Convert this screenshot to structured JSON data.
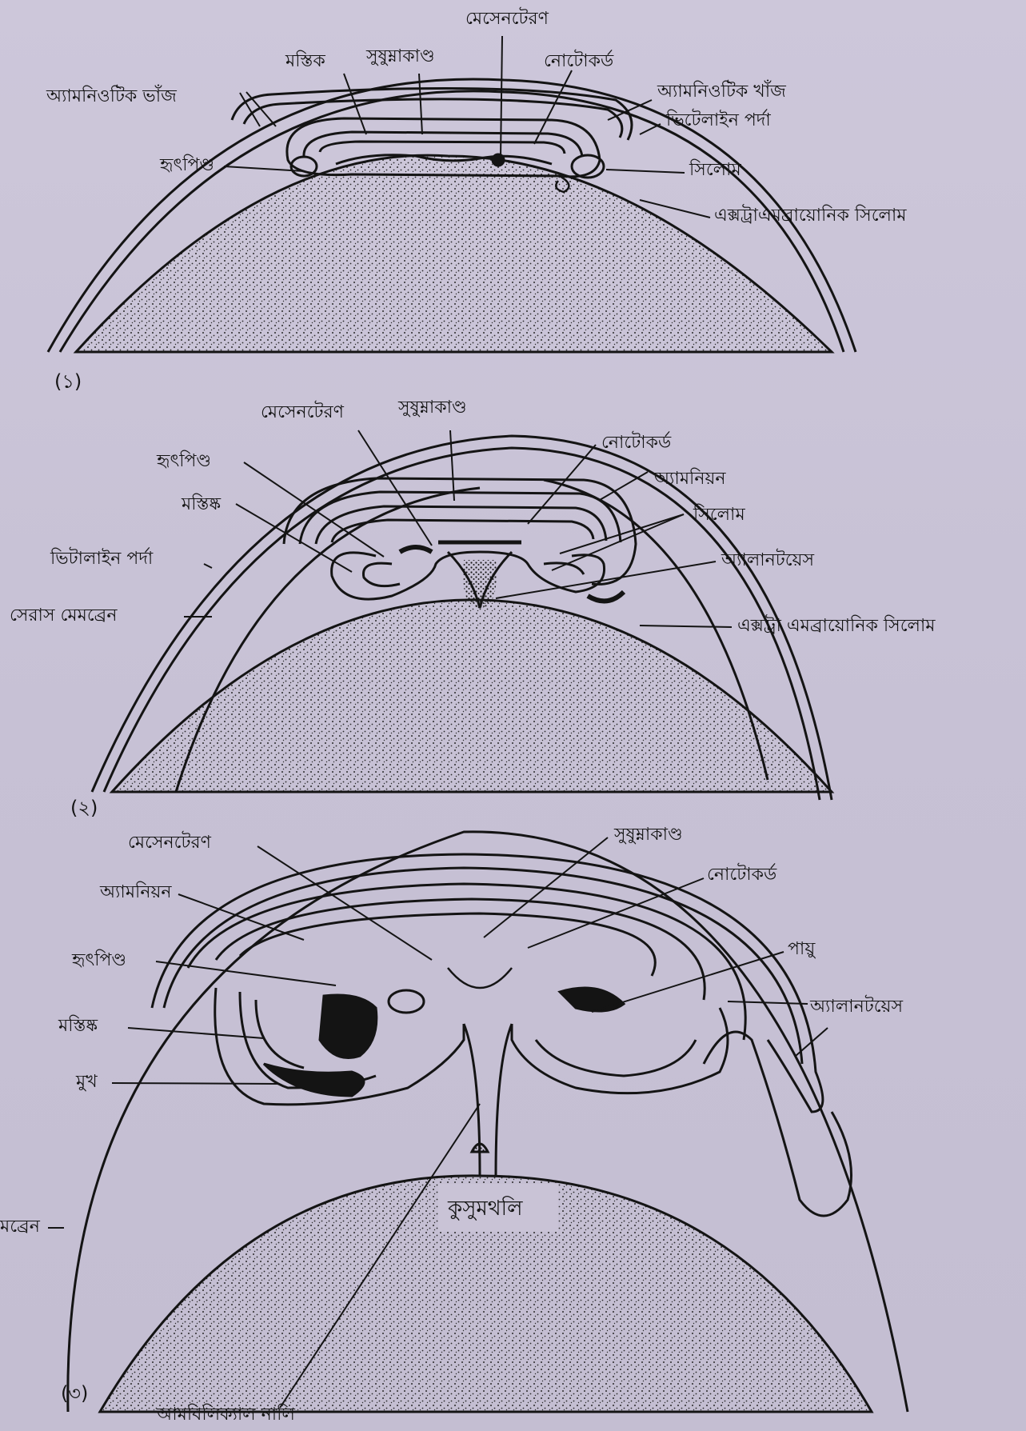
{
  "figure1": {
    "number": "(১)",
    "labels": {
      "mesenteron": "মেসেনটেরণ",
      "brain": "মস্তিক",
      "spinal_cord": "সুষুম্নাকাণ্ড",
      "notochord": "নোটোকর্ড",
      "amniotic_fold_left": "অ্যামনিওটিক ভাঁজ",
      "amniotic_fold_right": "অ্যামনিওটিক খাঁজ",
      "vitelline_membrane": "ভিটেলাইন পর্দা",
      "heart": "হৃৎপিণ্ড",
      "coelom": "সিলোম",
      "extraembryonic_coelom": "এক্সট্রাএমব্রায়োনিক সিলোম"
    }
  },
  "figure2": {
    "number": "(২)",
    "labels": {
      "mesenteron": "মেসেনটেরণ",
      "spinal_cord": "সুষুম্নাকাণ্ড",
      "notochord": "নোটোকর্ড",
      "heart": "হৃৎপিণ্ড",
      "amnion": "অ্যামনিয়ন",
      "brain": "মস্তিষ্ক",
      "coelom": "সিলোম",
      "vitelline_membrane": "ভিটালাইন পর্দা",
      "allantois": "অ্যালানটয়েস",
      "serous_membrane": "সেরাস মেমব্রেন",
      "extraembryonic_coelom": "এক্সট্রা এমব্রায়োনিক সিলোম"
    }
  },
  "figure3": {
    "number": "(৩)",
    "labels": {
      "mesenteron": "মেসেনটেরণ",
      "spinal_cord": "সুষুম্নাকাণ্ড",
      "notochord": "নোটোকর্ড",
      "amnion": "অ্যামনিয়ন",
      "heart": "হৃৎপিণ্ড",
      "anus": "পায়ু",
      "brain": "মস্তিষ্ক",
      "allantois": "অ্যালানটয়েস",
      "mouth": "মুখ",
      "membrane_partial": "মব্রেন",
      "yolk_sac": "কুসুমথলি",
      "umbilical_canal": "আমবিলিক্যাল নালি"
    }
  },
  "colors": {
    "paper": "#cdc7da",
    "ink": "#141414",
    "yolk_fill": "#bfb8cc"
  }
}
